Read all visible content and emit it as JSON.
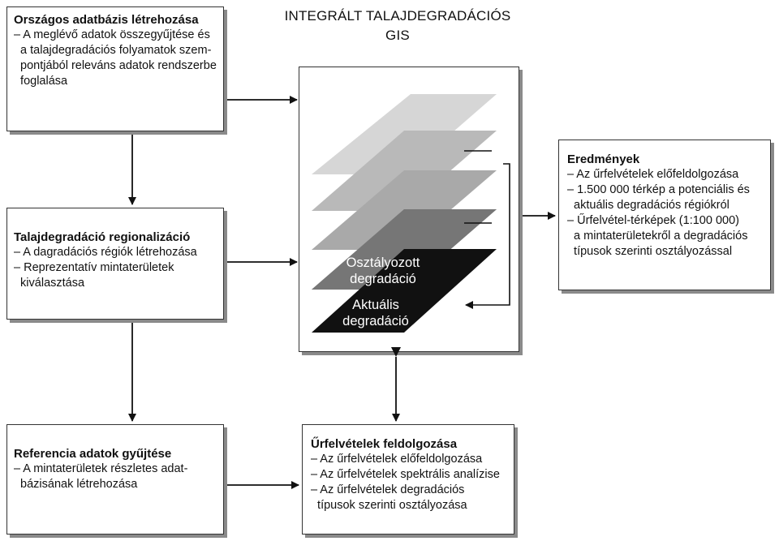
{
  "title": {
    "line1": "INTEGRÁLT TALAJDEGRADÁCIÓS",
    "line2": "GIS"
  },
  "box_national": {
    "title": "Országos adatbázis létrehozása",
    "lines": [
      "– A meglévő adatok összegyűjtése és",
      "  a talajdegradációs folyamatok szem-",
      "  pontjából releváns adatok rendszerbe",
      "  foglalása"
    ]
  },
  "box_regional": {
    "title": "Talajdegradáció regionalizáció",
    "lines": [
      "– A dagradációs régiók létrehozása",
      "– Reprezentatív mintaterületek",
      "  kiválasztása"
    ]
  },
  "box_reference": {
    "title": "Referencia adatok gyűjtése",
    "lines": [
      "– A mintaterületek részletes adat-",
      "  bázisának létrehozása"
    ]
  },
  "box_satellite": {
    "title": "Űrfelvételek feldolgozása",
    "lines": [
      "– Az űrfelvételek előfeldolgozása",
      "– Az űrfelvételek spektrális analízise",
      "– Az űrfelvételek degradációs",
      "  típusok szerinti osztályozása"
    ]
  },
  "box_results": {
    "title": "Eredmények",
    "lines": [
      "– Az űrfelvételek előfeldolgozása",
      "– 1.500 000 térkép a potenciális és",
      "  aktuális degradációs régiókról",
      "– Űrfelvétel-térképek (1:100 000)",
      "  a mintaterületekről a degradációs",
      "  típusok szerinti osztályozással"
    ]
  },
  "layers": {
    "classified_line1": "Osztályozott",
    "classified_line2": "degradáció",
    "actual_line1": "Aktuális",
    "actual_line2": "degradáció"
  },
  "colors": {
    "layer1": "#d6d6d6",
    "layer2": "#b9b9b9",
    "layer3": "#a9a9a9",
    "layer4": "#8a8a8a",
    "layer5": "#767676",
    "layer6": "#111111",
    "shadow": "#8a8a8a"
  }
}
